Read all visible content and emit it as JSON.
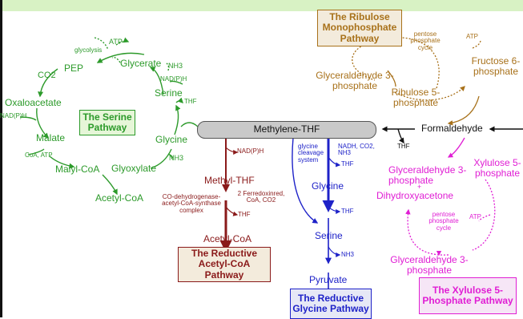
{
  "colors": {
    "serine": "#2c9a2a",
    "ribulose": "#a8711a",
    "acetyl": "#8a1a1a",
    "glycine": "#1e22c8",
    "xylulose": "#e01ed4",
    "central": "#c9c9c9"
  },
  "central": {
    "methylene_thf": "Methylene-THF",
    "formaldehyde": "Formaldehyde",
    "thf": "THF"
  },
  "serine_pathway": {
    "title": "The Serine Pathway",
    "atp": "ATP",
    "glycolysis": "glycolysis",
    "glycerate": "Glycerate",
    "nh3_1": "NH3",
    "nadph_1": "NAD(P)H",
    "co2": "CO2",
    "pep": "PEP",
    "oxaloacetate": "Oxaloacetate",
    "nadph_2": "NAD(P)H",
    "serine": "Serine",
    "thf": "THF",
    "malate": "Malate",
    "coa_atp": "CoA, ATP",
    "glycine": "Glycine",
    "nh3_2": "NH3",
    "malyl_coa": "Malyl-CoA",
    "glyoxylate": "Glyoxylate",
    "acetyl_coa": "Acetyl-CoA"
  },
  "ribulose_pathway": {
    "title": "The Ribulose Monophosphate Pathway",
    "cycle": "pentose phosphate cycle",
    "atp": "ATP",
    "glyceraldehyde": "Glyceraldehyde 3-phosphate",
    "ribulose": "Ribulose 5-phosphate",
    "fructose": "Fructose 6-phosphate"
  },
  "acetyl_pathway": {
    "title": "The Reductive Acetyl-CoA Pathway",
    "nadph": "NAD(P)H",
    "methyl_thf": "Methyl-THF",
    "enzyme": "CO-dehydrogenase-acetyl-CoA-synthase complex",
    "cofactors": "2 Ferredoxinred, CoA, CO2",
    "thf": "THF",
    "acetyl_coa": "Acetyl-CoA"
  },
  "glycine_pathway": {
    "title": "The Reductive Glycine Pathway",
    "system": "glycine cleavage system",
    "cofactors": "NADH, CO2, NH3",
    "thf_1": "THF",
    "glycine": "Glycine",
    "thf_2": "THF",
    "serine": "Serine",
    "nh3": "NH3",
    "pyruvate": "Pyruvate"
  },
  "xylulose_pathway": {
    "title": "The Xylulose 5-Phosphate Pathway",
    "glyceraldehyde_top": "Glyceraldehyde 3-phosphate",
    "plus": "+",
    "dihydroxyacetone": "Dihydroxyacetone",
    "xylulose": "Xylulose 5-phosphate",
    "cycle": "pentose phosphate cycle",
    "atp": "ATP",
    "glyceraldehyde_bottom": "Glyceraldehyde 3-phosphate"
  }
}
